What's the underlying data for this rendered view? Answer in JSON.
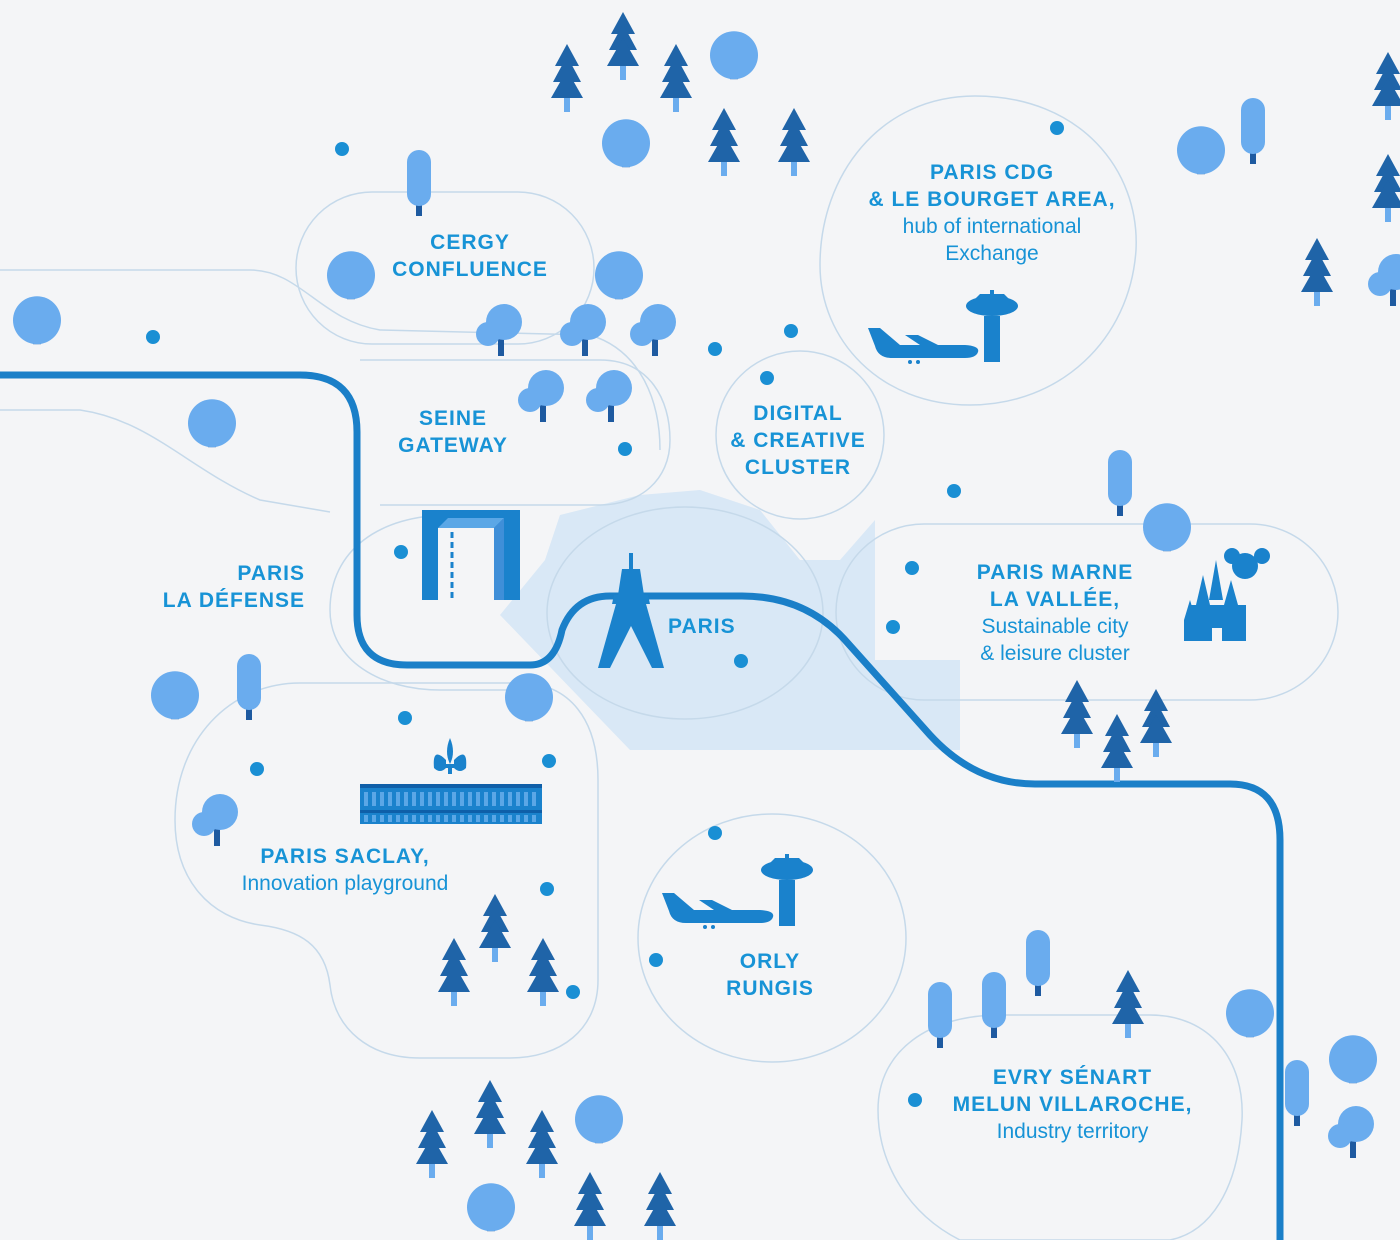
{
  "colors": {
    "background": "#f4f5f7",
    "river": "#1a7fc8",
    "label": "#1793d6",
    "zone_outline": "#c5d9ea",
    "paris_area": "#d9e8f6",
    "tree_dark": "#1f64a8",
    "tree_light": "#6aacee",
    "tree_trunk": "#1e5aa0",
    "dot": "#1a8fd4",
    "landmark": "#1a82cc"
  },
  "zones": [
    {
      "id": "cergy",
      "name_lines": [
        "CERGY",
        "CONFLUENCE"
      ],
      "desc_lines": []
    },
    {
      "id": "seine",
      "name_lines": [
        "SEINE",
        "GATEWAY"
      ],
      "desc_lines": []
    },
    {
      "id": "digital",
      "name_lines": [
        "DIGITAL",
        "& CREATIVE",
        "CLUSTER"
      ],
      "desc_lines": []
    },
    {
      "id": "cdg",
      "name_lines": [
        "PARIS CDG",
        "& LE BOURGET AREA,"
      ],
      "desc_lines": [
        "hub of international",
        "Exchange"
      ]
    },
    {
      "id": "defense",
      "name_lines": [
        "PARIS",
        "LA DÉFENSE"
      ],
      "desc_lines": []
    },
    {
      "id": "paris",
      "name_lines": [
        "PARIS"
      ],
      "desc_lines": []
    },
    {
      "id": "marne",
      "name_lines": [
        "PARIS MARNE",
        "LA VALLÉE,"
      ],
      "desc_lines": [
        "Sustainable city",
        "& leisure cluster"
      ]
    },
    {
      "id": "saclay",
      "name_lines": [
        "PARIS SACLAY,"
      ],
      "desc_lines": [
        "Innovation playground"
      ]
    },
    {
      "id": "orly",
      "name_lines": [
        "ORLY",
        "RUNGIS"
      ],
      "desc_lines": []
    },
    {
      "id": "evry",
      "name_lines": [
        "EVRY SÉNART",
        "MELUN VILLAROCHE,"
      ],
      "desc_lines": [
        "Industry territory"
      ]
    }
  ],
  "icons": [
    "grande-arche-icon",
    "eiffel-tower-icon",
    "airplane-icon",
    "control-tower-icon",
    "castle-icon",
    "palace-icon",
    "fleur-de-lis-icon",
    "pine-tree-icon",
    "round-tree-icon",
    "dot-marker-icon"
  ]
}
